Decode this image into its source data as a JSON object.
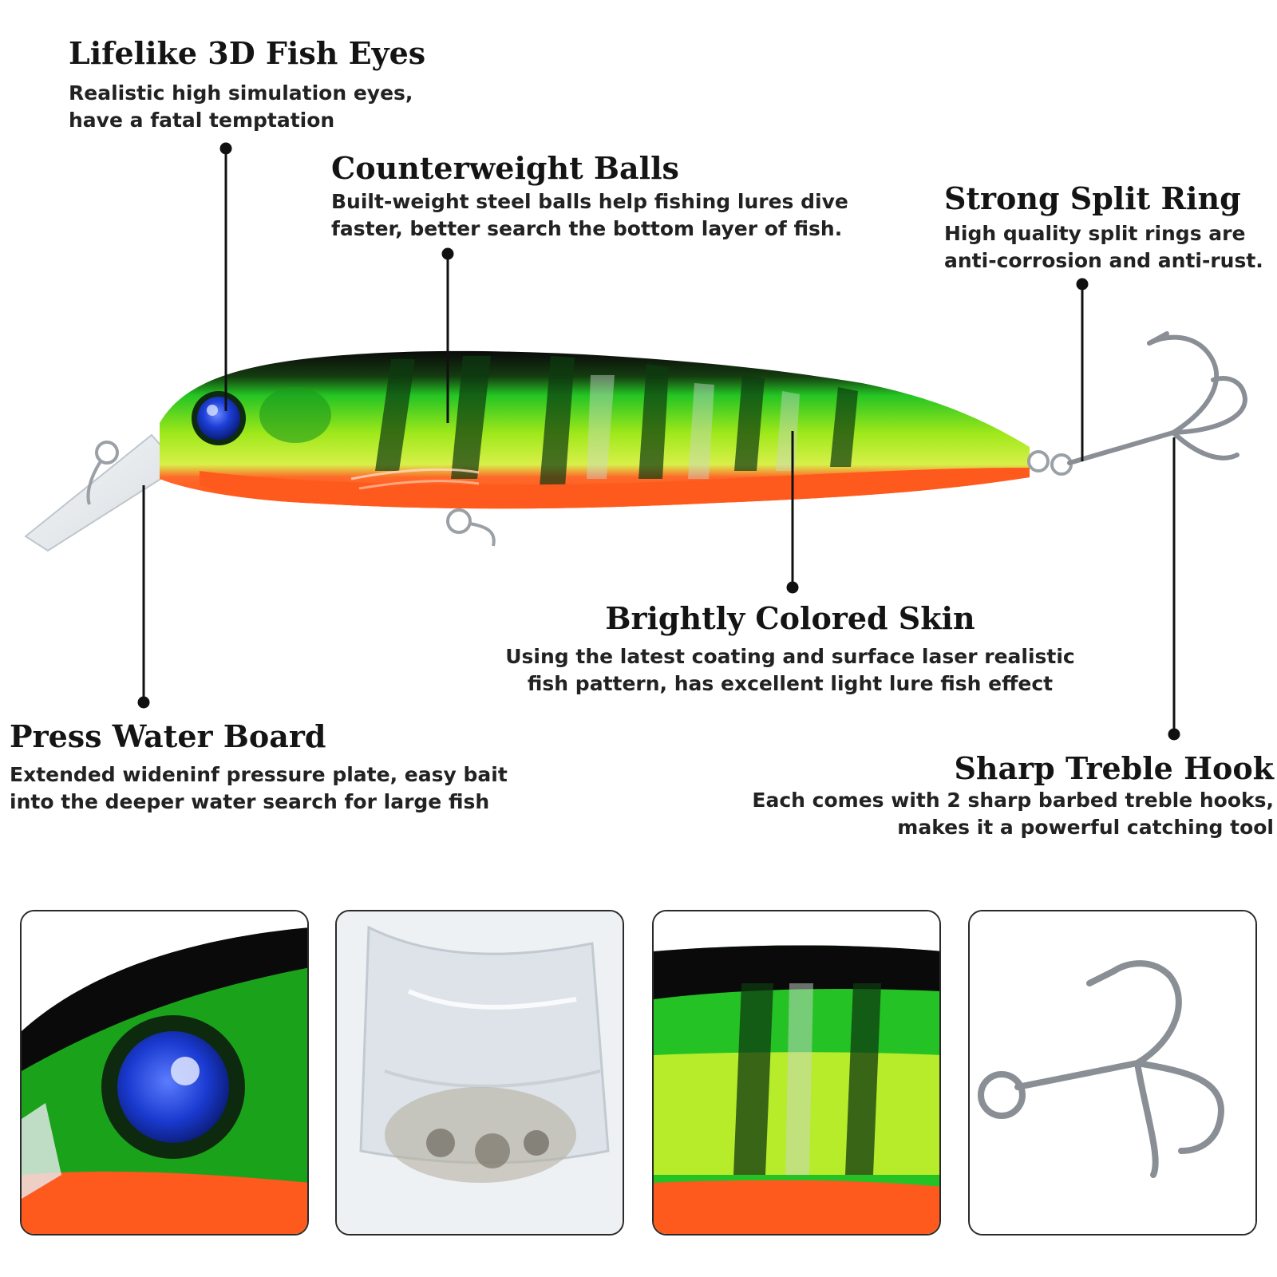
{
  "callouts": {
    "eyes": {
      "title": "Lifelike 3D Fish Eyes",
      "lines": [
        "Realistic high simulation eyes,",
        "have a fatal temptation"
      ]
    },
    "balls": {
      "title": "Counterweight Balls",
      "lines": [
        "Built-weight steel balls help fishing lures dive",
        "faster, better search the bottom layer of fish."
      ]
    },
    "ring": {
      "title": "Strong Split Ring",
      "lines": [
        "High quality split rings are",
        "anti-corrosion and anti-rust."
      ]
    },
    "skin": {
      "title": "Brightly Colored Skin",
      "lines": [
        "Using the latest coating and surface laser realistic",
        "fish pattern, has excellent light lure fish effect"
      ]
    },
    "board": {
      "title": "Press Water Board",
      "lines": [
        "Extended wideninf pressure  plate, easy bait",
        "into the deeper water search for large fish"
      ]
    },
    "hook": {
      "title": "Sharp Treble Hook",
      "lines": [
        "Each comes with 2 sharp barbed treble hooks,",
        "makes it a powerful catching tool"
      ]
    }
  },
  "colors": {
    "body_green": "#1fc21f",
    "belly_orange": "#ff5a1e",
    "back_black": "#0c0c0c",
    "eye_blue": "#1a3fd6",
    "hook_silver": "#8a8f96"
  },
  "thumbnails": [
    {
      "name": "eye-closeup",
      "icon": "fish-eye-icon"
    },
    {
      "name": "lip-closeup",
      "icon": "clear-lip-icon"
    },
    {
      "name": "skin-closeup",
      "icon": "fish-skin-icon"
    },
    {
      "name": "hook-closeup",
      "icon": "treble-hook-icon"
    }
  ]
}
